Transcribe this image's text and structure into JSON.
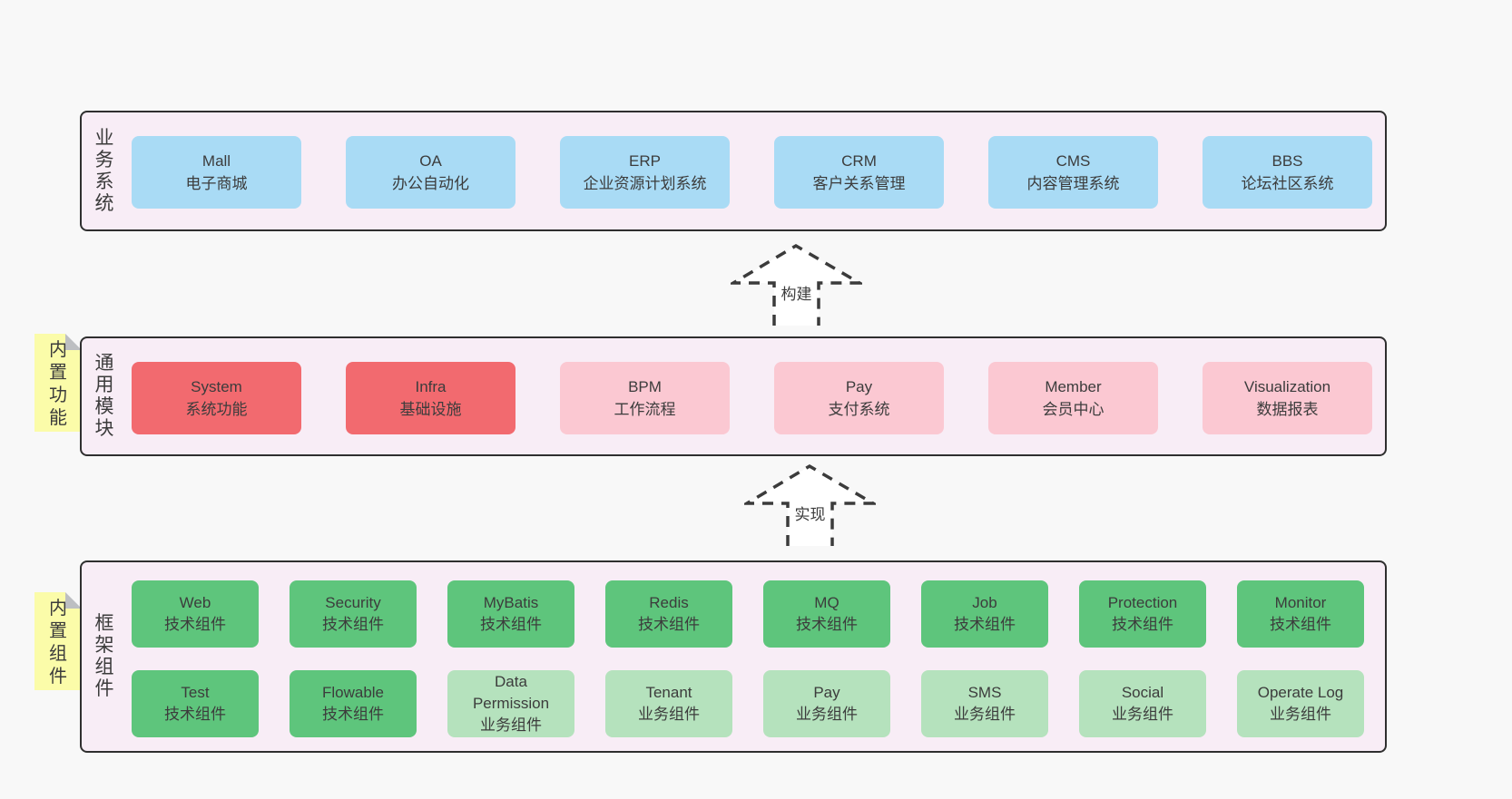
{
  "diagram": {
    "arrows": [
      {
        "label": "构建"
      },
      {
        "label": "实现"
      }
    ],
    "business": {
      "side_label": "业务系统",
      "items": [
        {
          "name": "Mall",
          "desc": "电子商城"
        },
        {
          "name": "OA",
          "desc": "办公自动化"
        },
        {
          "name": "ERP",
          "desc": "企业资源计划系统"
        },
        {
          "name": "CRM",
          "desc": "客户关系管理"
        },
        {
          "name": "CMS",
          "desc": "内容管理系统"
        },
        {
          "name": "BBS",
          "desc": "论坛社区系统"
        }
      ]
    },
    "modules": {
      "side_label": "通用模块",
      "sticky_label": "内置功能",
      "items": [
        {
          "name": "System",
          "desc": "系统功能",
          "variant": "solid-red"
        },
        {
          "name": "Infra",
          "desc": "基础设施",
          "variant": "solid-red"
        },
        {
          "name": "BPM",
          "desc": "工作流程",
          "variant": "light-pink"
        },
        {
          "name": "Pay",
          "desc": "支付系统",
          "variant": "light-pink"
        },
        {
          "name": "Member",
          "desc": "会员中心",
          "variant": "light-pink"
        },
        {
          "name": "Visualization",
          "desc": "数据报表",
          "variant": "light-pink"
        }
      ]
    },
    "components": {
      "side_label": "框架组件",
      "sticky_label": "内置组件",
      "row1": [
        {
          "name": "Web",
          "desc": "技术组件",
          "variant": "solid-green"
        },
        {
          "name": "Security",
          "desc": "技术组件",
          "variant": "solid-green"
        },
        {
          "name": "MyBatis",
          "desc": "技术组件",
          "variant": "solid-green"
        },
        {
          "name": "Redis",
          "desc": "技术组件",
          "variant": "solid-green"
        },
        {
          "name": "MQ",
          "desc": "技术组件",
          "variant": "solid-green"
        },
        {
          "name": "Job",
          "desc": "技术组件",
          "variant": "solid-green"
        },
        {
          "name": "Protection",
          "desc": "技术组件",
          "variant": "solid-green"
        },
        {
          "name": "Monitor",
          "desc": "技术组件",
          "variant": "solid-green"
        }
      ],
      "row2": [
        {
          "name": "Test",
          "desc": "技术组件",
          "variant": "solid-green"
        },
        {
          "name": "Flowable",
          "desc": "技术组件",
          "variant": "solid-green"
        },
        {
          "name": "Data Permission",
          "desc": "业务组件",
          "variant": "light-green"
        },
        {
          "name": "Tenant",
          "desc": "业务组件",
          "variant": "light-green"
        },
        {
          "name": "Pay",
          "desc": "业务组件",
          "variant": "light-green"
        },
        {
          "name": "SMS",
          "desc": "业务组件",
          "variant": "light-green"
        },
        {
          "name": "Social",
          "desc": "业务组件",
          "variant": "light-green"
        },
        {
          "name": "Operate Log",
          "desc": "业务组件",
          "variant": "light-green"
        }
      ]
    },
    "colors": {
      "page_bg": "#f8f8f8",
      "section_bg": "#f8edf6",
      "section_border": "#2f2f2f",
      "blue_box": "#a9dbf5",
      "red_box": "#f26a6f",
      "pink_box": "#fbc8d2",
      "green_box": "#5ec57c",
      "light_green_box": "#b5e2bd",
      "sticky_yellow": "#fbfca9",
      "sticky_fold": "#bdbfc2",
      "text": "#3b3b3b"
    }
  }
}
